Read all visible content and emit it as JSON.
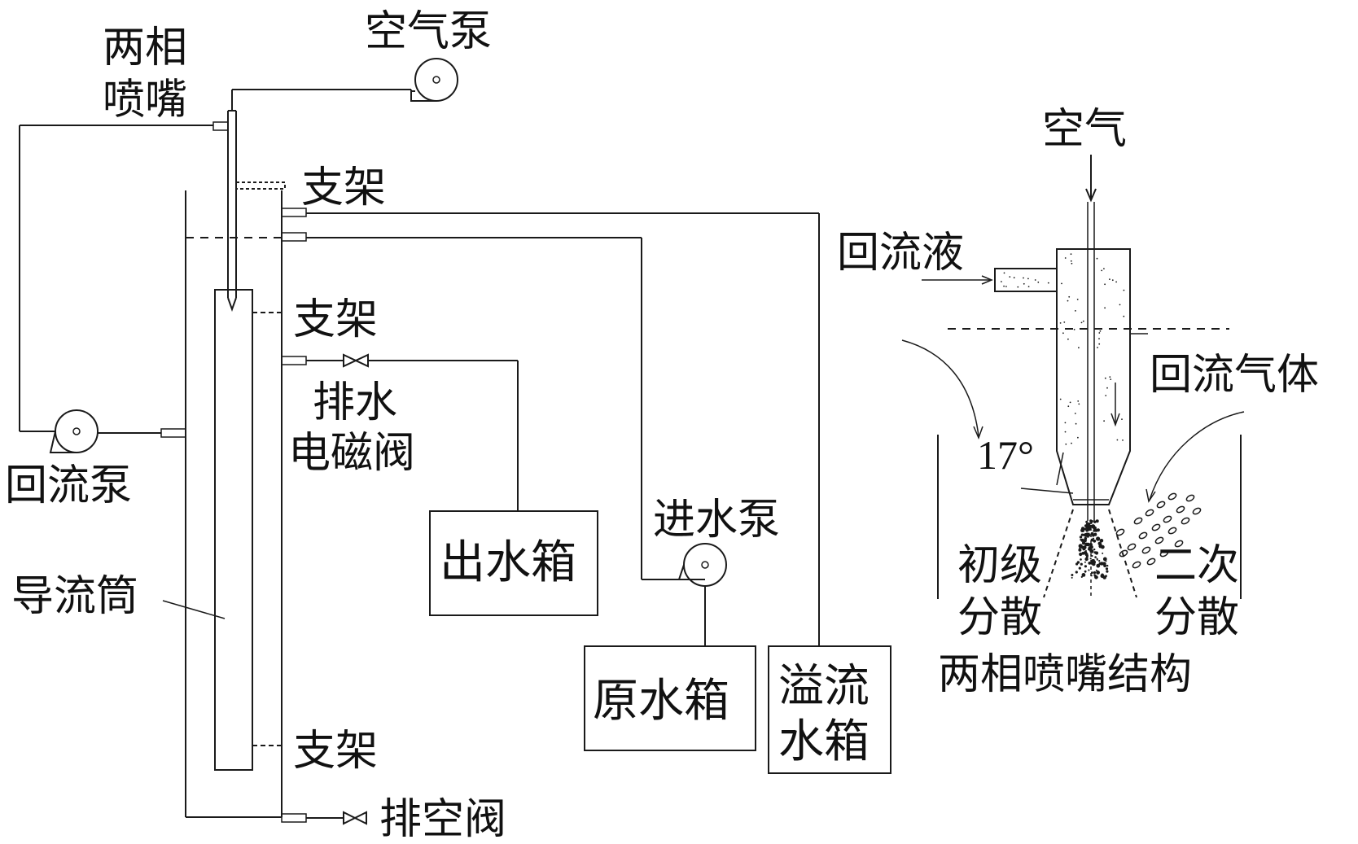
{
  "labels": {
    "two_phase_nozzle": [
      "两相",
      "喷嘴"
    ],
    "air_pump": "空气泵",
    "bracket_top": "支架",
    "bracket_mid": "支架",
    "bracket_bottom": "支架",
    "drain_valve": [
      "排水",
      "电磁阀"
    ],
    "reflux_pump": "回流泵",
    "draft_tube": "导流筒",
    "effluent_tank": "出水箱",
    "inlet_pump": "进水泵",
    "raw_water_tank": "原水箱",
    "overflow_tank": [
      "溢流",
      "水箱"
    ],
    "vent_valve": "排空阀",
    "air": "空气",
    "reflux_liquid": "回流液",
    "reflux_gas": "回流气体",
    "angle": "17°",
    "primary_dispersion": [
      "初级",
      "分散"
    ],
    "secondary_dispersion": [
      "二次",
      "分散"
    ],
    "nozzle_structure": "两相喷嘴结构"
  }
}
